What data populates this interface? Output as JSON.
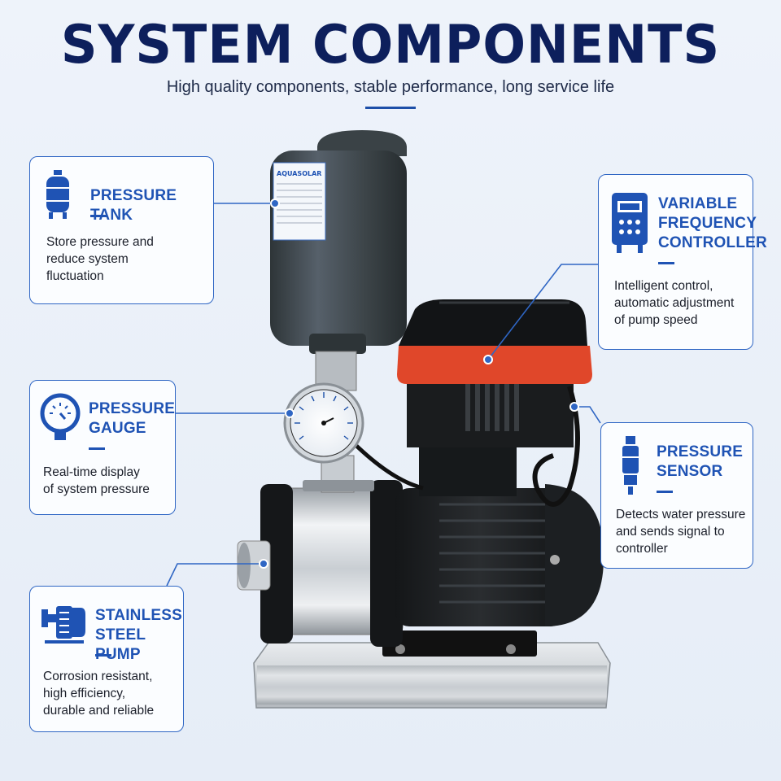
{
  "header": {
    "title": "SYSTEM COMPONENTS",
    "subtitle": "High quality components, stable performance, long service life"
  },
  "product_label": {
    "brand": "AQUASOLAR"
  },
  "components": {
    "pressure_tank": {
      "heading": "PRESSURE TANK",
      "description": "Store pressure and\nreduce system\nfluctuation",
      "icon": "pressure-tank-icon"
    },
    "pressure_gauge": {
      "heading": "PRESSURE\nGAUGE",
      "description": "Real-time display\nof system pressure",
      "icon": "pressure-gauge-icon"
    },
    "stainless_pump": {
      "heading": "STAINLESS\nSTEEL PUMP",
      "description": "Corrosion resistant,\nhigh efficiency,\ndurable and reliable",
      "icon": "pump-icon"
    },
    "vfd_controller": {
      "heading": "VARIABLE\nFREQUENCY\nCONTROLLER",
      "description": "Intelligent control,\nautomatic adjustment\nof pump speed",
      "icon": "controller-icon"
    },
    "pressure_sensor": {
      "heading": "PRESSURE\nSENSOR",
      "description": "Detects water pressure\nand sends signal to\ncontroller",
      "icon": "pressure-sensor-icon"
    }
  },
  "colors": {
    "title": "#0d1f5c",
    "accent": "#1f53b4",
    "controller_lid": "#e0472a",
    "tank": "#3c4448"
  }
}
